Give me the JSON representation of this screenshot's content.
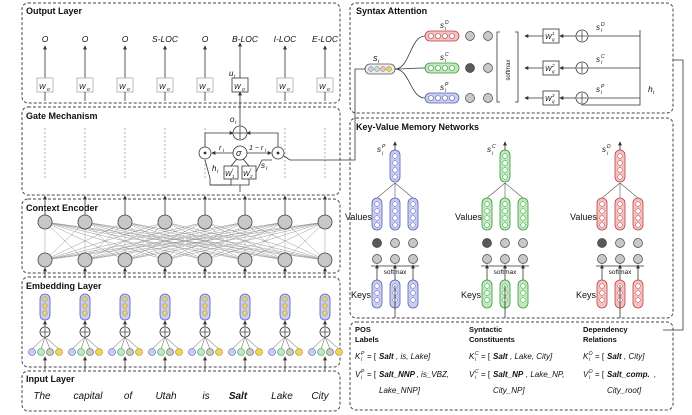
{
  "panels": {
    "output_layer": "Output Layer",
    "gate_mechanism": "Gate Mechanism",
    "context_encoder": "Context Encoder",
    "embedding_layer": "Embedding Layer",
    "input_layer": "Input Layer",
    "syntax_attention": "Syntax Attention",
    "kv_memory": "Key-Value Memory Networks"
  },
  "output_labels": [
    "O",
    "O",
    "O",
    "S-LOC",
    "O",
    "B-LOC",
    "I-LOC",
    "E-LOC"
  ],
  "wo_label": "W",
  "wo_sub": "o",
  "gate": {
    "o": "o",
    "o_sub": "i",
    "u": "u",
    "u_sub": "i",
    "r": "r",
    "r_sub": "i",
    "sigma": "σ",
    "one_minus": "1 − r",
    "one_minus_sub": "i",
    "h": "h",
    "h_sub": "i",
    "s": "s",
    "s_sub": "i",
    "w1": "W",
    "w1_sub": "1",
    "w1_sup": "r",
    "w2": "W",
    "w2_sub": "2",
    "w2_sup": "r"
  },
  "input_words": [
    "The",
    "capital",
    "of",
    "Utah",
    "is",
    "Salt",
    "Lake",
    "City"
  ],
  "input_highlight_index": 5,
  "syntax": {
    "s_i": "s",
    "s_i_sub": "i",
    "sD": "s",
    "sD_sub": "i",
    "sD_sup": "D",
    "sC": "s",
    "sC_sub": "i",
    "sC_sup": "C",
    "sP": "s",
    "sP_sub": "i",
    "sP_sup": "P",
    "softmax": "softmax",
    "wq1": "W",
    "wq1_sub": "q",
    "wq1_sup": "1",
    "wq2": "W",
    "wq2_sub": "q",
    "wq2_sup": "2",
    "wq3": "W",
    "wq3_sub": "q",
    "wq3_sup": "3",
    "hi": "h",
    "hi_sub": "i"
  },
  "kv": {
    "values_label": "Values",
    "keys_label": "Keys",
    "softmax": "softmax",
    "groups": [
      {
        "s": "s",
        "sup": "P",
        "sub": "i"
      },
      {
        "s": "s",
        "sup": "C",
        "sub": "i"
      },
      {
        "s": "s",
        "sup": "D",
        "sub": "i"
      }
    ]
  },
  "knowledge": [
    {
      "title_line1": "POS",
      "title_line2": "Labels",
      "k_sym": "K",
      "k_sup": "P",
      "k_sub": "i",
      "k_first": "Salt",
      "k_rest": ", is, Lake]",
      "v_sym": "V",
      "v_sup": "P",
      "v_sub": "i",
      "v_first": "Salt_NNP",
      "v_rest": ", is_VBZ,",
      "v_line2": "Lake_NNP]"
    },
    {
      "title_line1": "Syntactic",
      "title_line2": "Constituents",
      "k_sym": "K",
      "k_sup": "C",
      "k_sub": "i",
      "k_first": "Salt",
      "k_rest": ", Lake, City]",
      "v_sym": "V",
      "v_sup": "C",
      "v_sub": "i",
      "v_first": "Salt_NP",
      "v_rest": ", Lake_NP,",
      "v_line2": "City_NP]"
    },
    {
      "title_line1": "Dependency",
      "title_line2": "Relations",
      "k_sym": "K",
      "k_sup": "D",
      "k_sub": "i",
      "k_first": "Salt",
      "k_rest": ", City]",
      "v_sym": "V",
      "v_sup": "D",
      "v_sub": "i",
      "v_first": "Salt_comp.",
      "v_rest": ",",
      "v_line2": "City_root]"
    }
  ],
  "eq_text": "= [",
  "colors": {
    "green": "#1a9a1a",
    "purple_fill": "#c9cdf0",
    "purple_stroke": "#5960b8",
    "green_fill": "#bfe8bf",
    "green_stroke": "#3a9a3a",
    "red_fill": "#f4c2c2",
    "red_stroke": "#c04040",
    "yellow_fill": "#f5d34a",
    "gray_node": "#c8c8c8",
    "dark_node": "#5a5a5a"
  }
}
